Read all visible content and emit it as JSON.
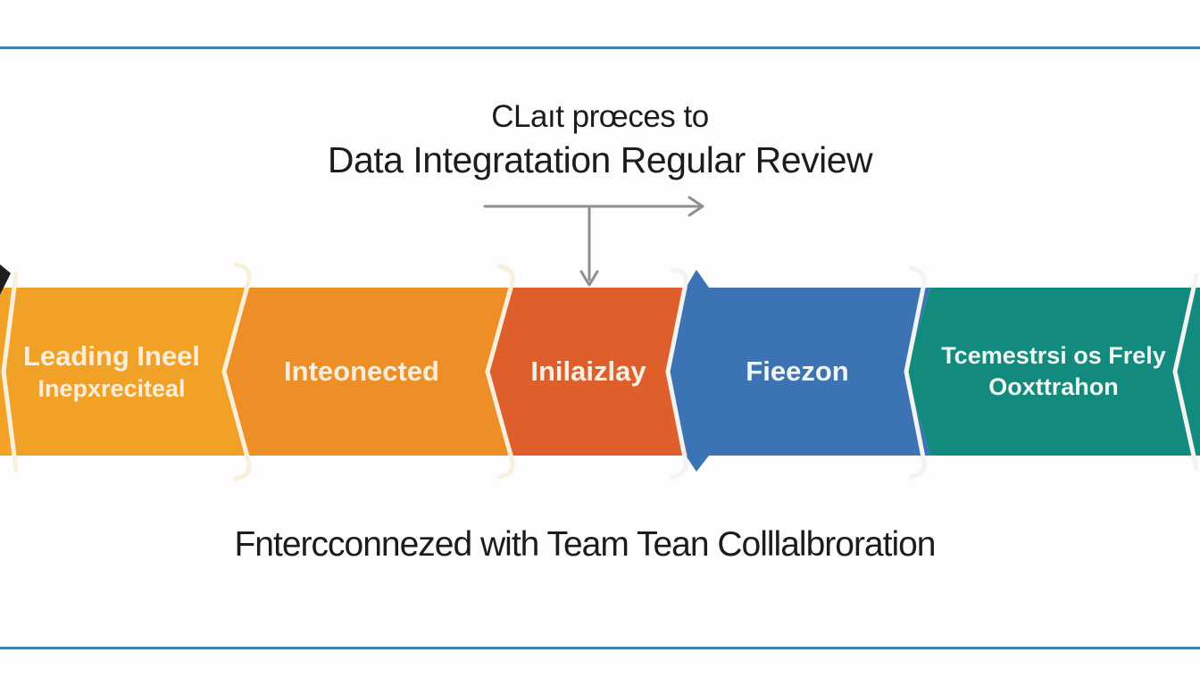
{
  "page": {
    "background": "#fdfdfd"
  },
  "rules": {
    "color": "#3d84ab"
  },
  "title": {
    "line1": "CLaıt prœces to",
    "line2": "Data Integratation Regular Review"
  },
  "connector": {
    "color": "#8f8f8f"
  },
  "stages": [
    {
      "label_lines": [
        "Leading Ineel",
        "Inepxreciteal"
      ],
      "color": "#F1A126",
      "text_color": "#FAEEDA"
    },
    {
      "label_lines": [
        "Inteonected"
      ],
      "color": "#EE8E26",
      "text_color": "#FAEEDA"
    },
    {
      "label_lines": [
        "Inilaizlay"
      ],
      "color": "#DE5F2B",
      "text_color": "#F8EFE2"
    },
    {
      "label_lines": [
        "Fieezon"
      ],
      "color": "#3B73B4",
      "text_color": "#EFF5F3"
    },
    {
      "label_lines": [
        "Tcemestrsi os Frely",
        "Ooxttrahon"
      ],
      "color": "#138A7E",
      "text_color": "#EFF5F1"
    }
  ],
  "seams": {
    "warm": "#F8F0DB",
    "cool": "#F3F4F0"
  },
  "caption": {
    "text": "Fntercconnezed with Team Tean Colllalbroration"
  }
}
